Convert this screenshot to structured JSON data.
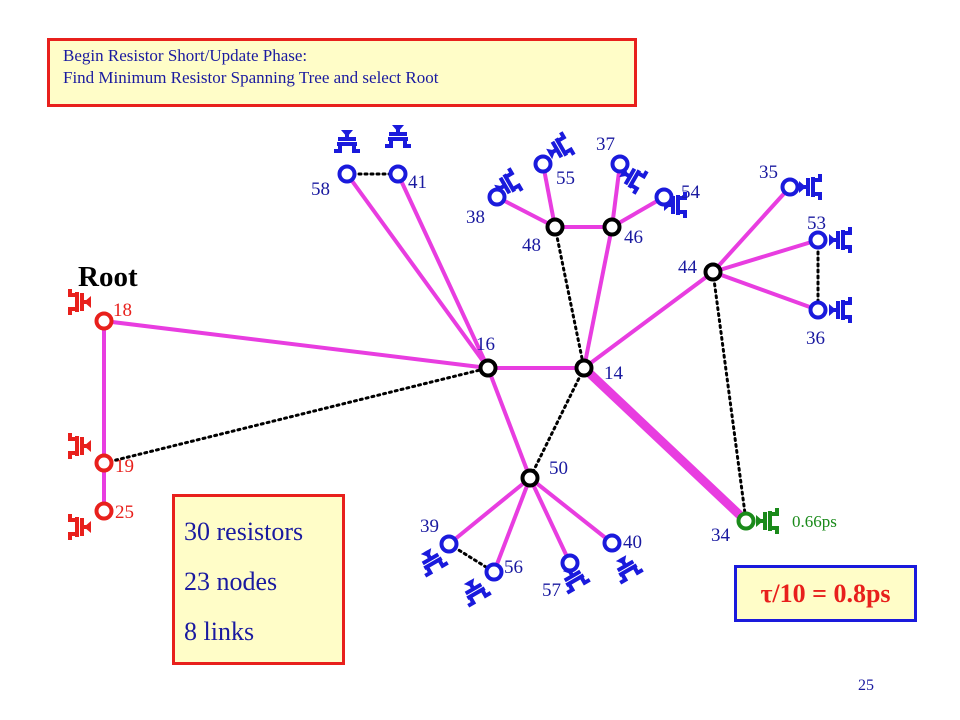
{
  "header_box": {
    "line1": "Begin Resistor Short/Update Phase:",
    "line2": "Find Minimum Resistor Spanning Tree and select Root"
  },
  "root_label": "Root",
  "stats": {
    "resistors": "30 resistors",
    "nodes": "23 nodes",
    "links": "8 links"
  },
  "tau_box": {
    "text": "τ/10 = 0.8ps"
  },
  "time_label": "0.66ps",
  "page_number": "25",
  "colors": {
    "edge": "#e83de0",
    "node_ring": "#000000",
    "root_side": "#e8201c",
    "leaf": "#1a1adc",
    "node_34": "#1a8a1a",
    "box_fill": "#fffdc8",
    "box_border": "#e8201c",
    "tau_border": "#1a1adc"
  },
  "graph": {
    "nodes": [
      {
        "id": "18",
        "color": "red"
      },
      {
        "id": "19",
        "color": "red"
      },
      {
        "id": "25",
        "color": "red"
      },
      {
        "id": "16",
        "color": "black"
      },
      {
        "id": "14",
        "color": "black"
      },
      {
        "id": "48",
        "color": "black"
      },
      {
        "id": "46",
        "color": "black"
      },
      {
        "id": "44",
        "color": "black"
      },
      {
        "id": "50",
        "color": "black"
      },
      {
        "id": "58",
        "color": "blue"
      },
      {
        "id": "41",
        "color": "blue"
      },
      {
        "id": "38",
        "color": "blue"
      },
      {
        "id": "55",
        "color": "blue"
      },
      {
        "id": "37",
        "color": "blue"
      },
      {
        "id": "54",
        "color": "blue"
      },
      {
        "id": "35",
        "color": "blue"
      },
      {
        "id": "53",
        "color": "blue"
      },
      {
        "id": "36",
        "color": "blue"
      },
      {
        "id": "39",
        "color": "blue"
      },
      {
        "id": "56",
        "color": "blue"
      },
      {
        "id": "57",
        "color": "blue"
      },
      {
        "id": "40",
        "color": "blue"
      },
      {
        "id": "34",
        "color": "green"
      }
    ],
    "edges": [
      {
        "from": "18",
        "to": "19",
        "style": "solid"
      },
      {
        "from": "19",
        "to": "25",
        "style": "solid"
      },
      {
        "from": "18",
        "to": "16",
        "style": "solid"
      },
      {
        "from": "16",
        "to": "14",
        "style": "solid"
      },
      {
        "from": "16",
        "to": "58",
        "style": "solid"
      },
      {
        "from": "16",
        "to": "41",
        "style": "solid"
      },
      {
        "from": "16",
        "to": "50",
        "style": "solid"
      },
      {
        "from": "14",
        "to": "46",
        "style": "solid"
      },
      {
        "from": "14",
        "to": "44",
        "style": "solid"
      },
      {
        "from": "14",
        "to": "34",
        "style": "thick"
      },
      {
        "from": "48",
        "to": "38",
        "style": "solid"
      },
      {
        "from": "48",
        "to": "55",
        "style": "solid"
      },
      {
        "from": "48",
        "to": "46",
        "style": "solid"
      },
      {
        "from": "46",
        "to": "37",
        "style": "solid"
      },
      {
        "from": "46",
        "to": "54",
        "style": "solid"
      },
      {
        "from": "44",
        "to": "35",
        "style": "solid"
      },
      {
        "from": "44",
        "to": "53",
        "style": "solid"
      },
      {
        "from": "44",
        "to": "36",
        "style": "solid"
      },
      {
        "from": "50",
        "to": "39",
        "style": "solid"
      },
      {
        "from": "50",
        "to": "56",
        "style": "solid"
      },
      {
        "from": "50",
        "to": "57",
        "style": "solid"
      },
      {
        "from": "50",
        "to": "40",
        "style": "solid"
      },
      {
        "from": "19",
        "to": "16",
        "style": "dotted"
      },
      {
        "from": "58",
        "to": "41",
        "style": "dotted"
      },
      {
        "from": "48",
        "to": "14",
        "style": "dotted"
      },
      {
        "from": "14",
        "to": "50",
        "style": "dotted"
      },
      {
        "from": "44",
        "to": "34",
        "style": "dotted"
      },
      {
        "from": "53",
        "to": "36",
        "style": "dotted"
      },
      {
        "from": "39",
        "to": "56",
        "style": "dotted"
      }
    ]
  }
}
